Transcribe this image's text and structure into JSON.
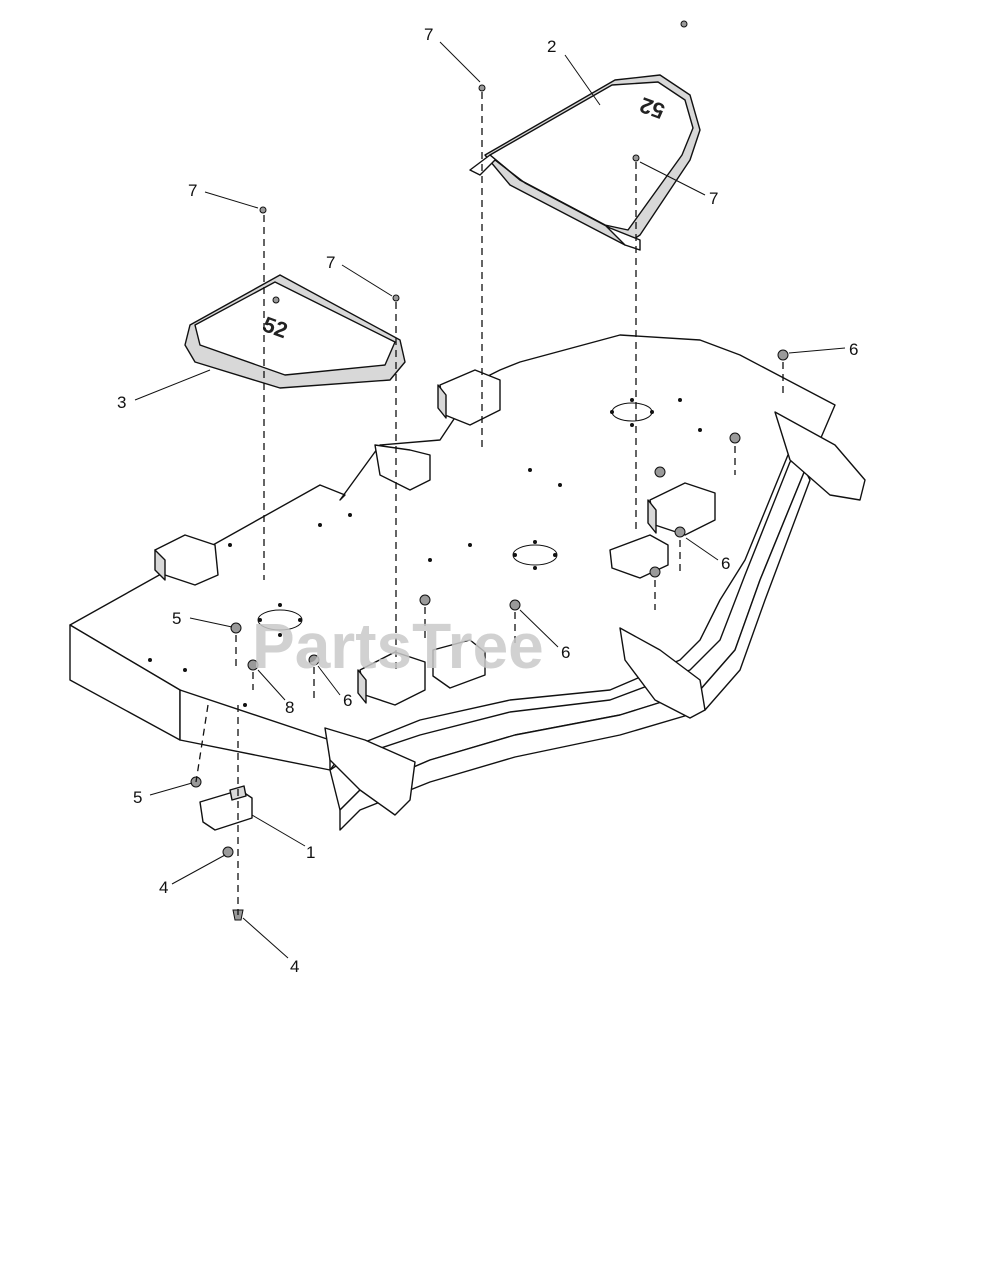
{
  "diagram": {
    "watermark": "PartsTree",
    "cover_marking_left": "52",
    "cover_marking_right": "52",
    "callouts": [
      {
        "id": "c7a",
        "label": "7"
      },
      {
        "id": "c2",
        "label": "2"
      },
      {
        "id": "c7b",
        "label": "7"
      },
      {
        "id": "c7c",
        "label": "7"
      },
      {
        "id": "c7d",
        "label": "7"
      },
      {
        "id": "c3",
        "label": "3"
      },
      {
        "id": "c6a",
        "label": "6"
      },
      {
        "id": "c6b",
        "label": "6"
      },
      {
        "id": "c6c",
        "label": "6"
      },
      {
        "id": "c6d",
        "label": "6"
      },
      {
        "id": "c5a",
        "label": "5"
      },
      {
        "id": "c8",
        "label": "8"
      },
      {
        "id": "c5b",
        "label": "5"
      },
      {
        "id": "c1",
        "label": "1"
      },
      {
        "id": "c4a",
        "label": "4"
      },
      {
        "id": "c4b",
        "label": "4"
      }
    ]
  }
}
